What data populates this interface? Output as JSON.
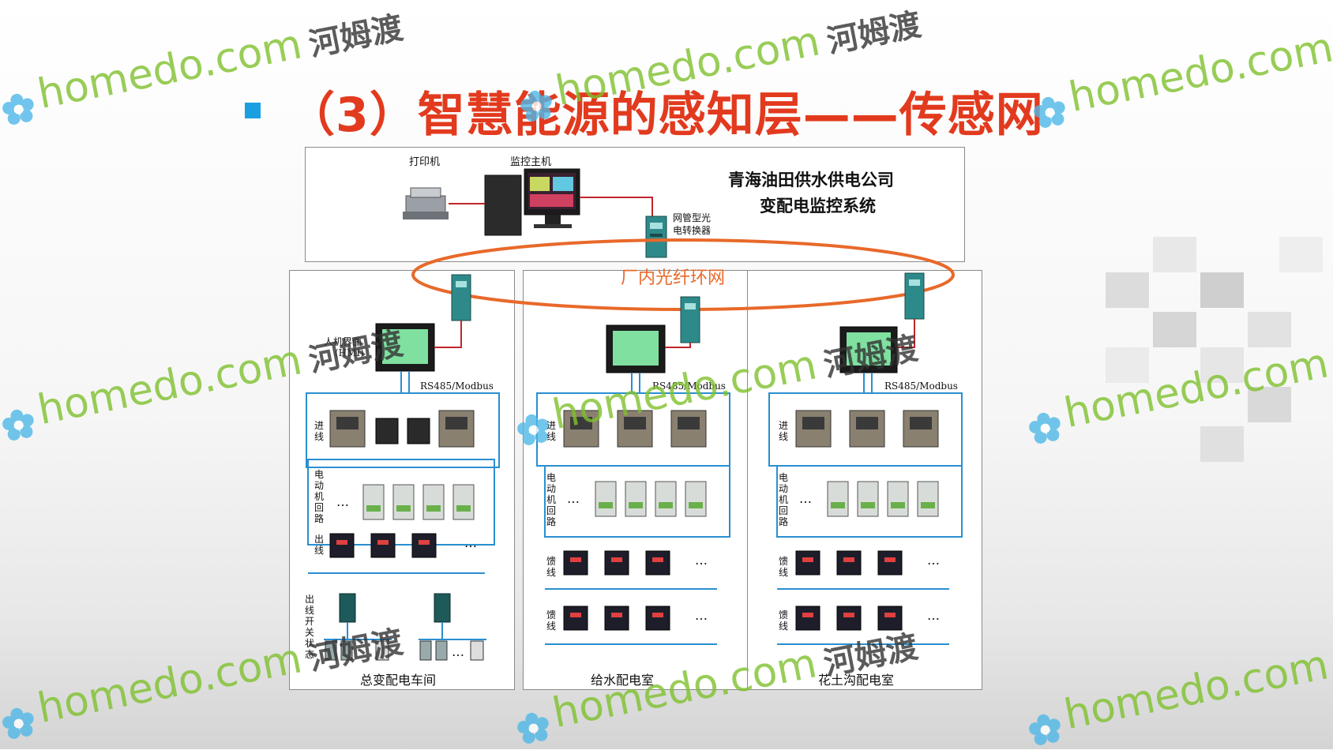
{
  "slide": {
    "title": "（3）智慧能源的感知层——传感网"
  },
  "top_box": {
    "company_line1": "青海油田供水供电公司",
    "company_line2": "变配电监控系统",
    "printer_label": "打印机",
    "host_label": "监控主机",
    "converter_label_1": "网管型光",
    "converter_label_2": "电转换器"
  },
  "ring_label": "厂内光纤环网",
  "rooms": [
    {
      "name": "总变配电车间",
      "hmi_label_1": "人机界面",
      "hmi_label_2": "(HMI)",
      "bus_label": "RS485/Modbus",
      "row_labels": [
        "进线",
        "电动机回路",
        "出线"
      ],
      "extra_label": "出线开关状态",
      "ellipsis": "…"
    },
    {
      "name": "给水配电室",
      "bus_label": "RS485/Modbus",
      "row_labels": [
        "进线",
        "电动机回路",
        "馈线",
        "馈线"
      ],
      "ellipsis": "…"
    },
    {
      "name": "花土沟配电室",
      "bus_label": "RS485/Modbus",
      "row_labels": [
        "进线",
        "电动机回路",
        "馈线",
        "馈线"
      ],
      "ellipsis": "…"
    }
  ],
  "watermark": {
    "en": "homedo.com",
    "cn": "河姆渡"
  },
  "colors": {
    "title": "#e23a1e",
    "bullet": "#1aa0e0",
    "ring": "#e8692a",
    "bus": "#2a8fd0",
    "link": "#c0262a",
    "watermark_en": "#7fc12e"
  }
}
